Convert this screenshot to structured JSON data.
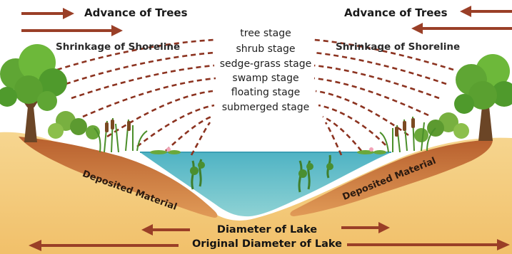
{
  "labels": {
    "advance_left": "Advance of Trees",
    "advance_right": "Advance of Trees",
    "shrink_left": "Shrinkage of Shoreline",
    "shrink_right": "Shrinkage of Shoreline",
    "stages": [
      "tree stage",
      "shrub stage",
      "sedge-grass stage",
      "swamp stage",
      "floating stage",
      "submerged stage"
    ],
    "deposited_left": "Deposited Material",
    "deposited_right": "Deposited Material",
    "lake_diameter": "Diameter of Lake",
    "original_diameter": "Original Diameter of Lake"
  },
  "colors": {
    "arrow": "#9a3f27",
    "sand": "#f3c77c",
    "deposit": "#c8733c",
    "water": "#5ab8c6",
    "dash": "#8c3320",
    "foliage": "#4f9a2c"
  },
  "icons": [
    "arrow-right-icon",
    "arrow-left-icon",
    "tree-icon",
    "shrub-icon",
    "cattail-icon",
    "water-plant-icon"
  ]
}
